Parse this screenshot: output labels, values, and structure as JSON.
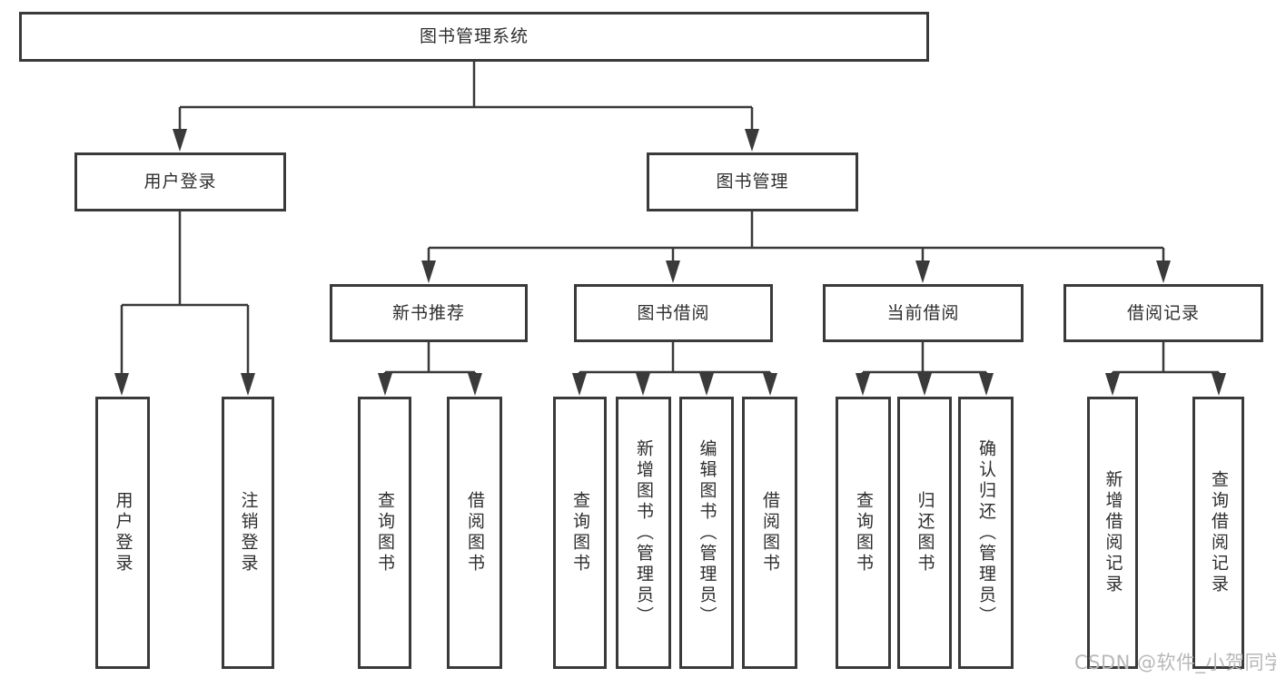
{
  "diagram": {
    "title": "图书管理系统",
    "type": "hierarchy-tree",
    "colors": {
      "line": "#3a3a3a",
      "border": "#3a3a3a",
      "text": "#2e2e2e",
      "watermark": "#b8b8b8",
      "background": "#ffffff"
    }
  },
  "nodes": {
    "root": {
      "label": "图书管理系统"
    },
    "user_login": {
      "label": "用户登录"
    },
    "book_management": {
      "label": "图书管理"
    },
    "new_book_recommend": {
      "label": "新书推荐"
    },
    "book_borrowing": {
      "label": "图书借阅"
    },
    "current_borrowing": {
      "label": "当前借阅"
    },
    "borrowing_records": {
      "label": "借阅记录"
    },
    "leaf_user_login": {
      "label": "用户登录",
      "parent": "用户登录"
    },
    "leaf_logout": {
      "label": "注销登录",
      "parent": "用户登录"
    },
    "leaf_query_books_1": {
      "label": "查询图书",
      "parent": "新书推荐"
    },
    "leaf_borrow_books_1": {
      "label": "借阅图书",
      "parent": "新书推荐"
    },
    "leaf_query_books_2": {
      "label": "查询图书",
      "parent": "图书借阅"
    },
    "leaf_add_books_admin": {
      "label": "新增图书（管理员）",
      "parent": "图书借阅"
    },
    "leaf_edit_books_admin": {
      "label": "编辑图书（管理员）",
      "parent": "图书借阅"
    },
    "leaf_borrow_books_2": {
      "label": "借阅图书",
      "parent": "图书借阅"
    },
    "leaf_query_books_3": {
      "label": "查询图书",
      "parent": "当前借阅"
    },
    "leaf_return_books": {
      "label": "归还图书",
      "parent": "当前借阅"
    },
    "leaf_confirm_return_admin": {
      "label": "确认归还（管理员）",
      "parent": "当前借阅"
    },
    "leaf_add_borrow_record": {
      "label": "新增借阅记录",
      "parent": "借阅记录"
    },
    "leaf_query_borrow_record": {
      "label": "查询借阅记录",
      "parent": "借阅记录"
    }
  },
  "watermark": {
    "text": "CSDN @软件_小贺同学"
  }
}
